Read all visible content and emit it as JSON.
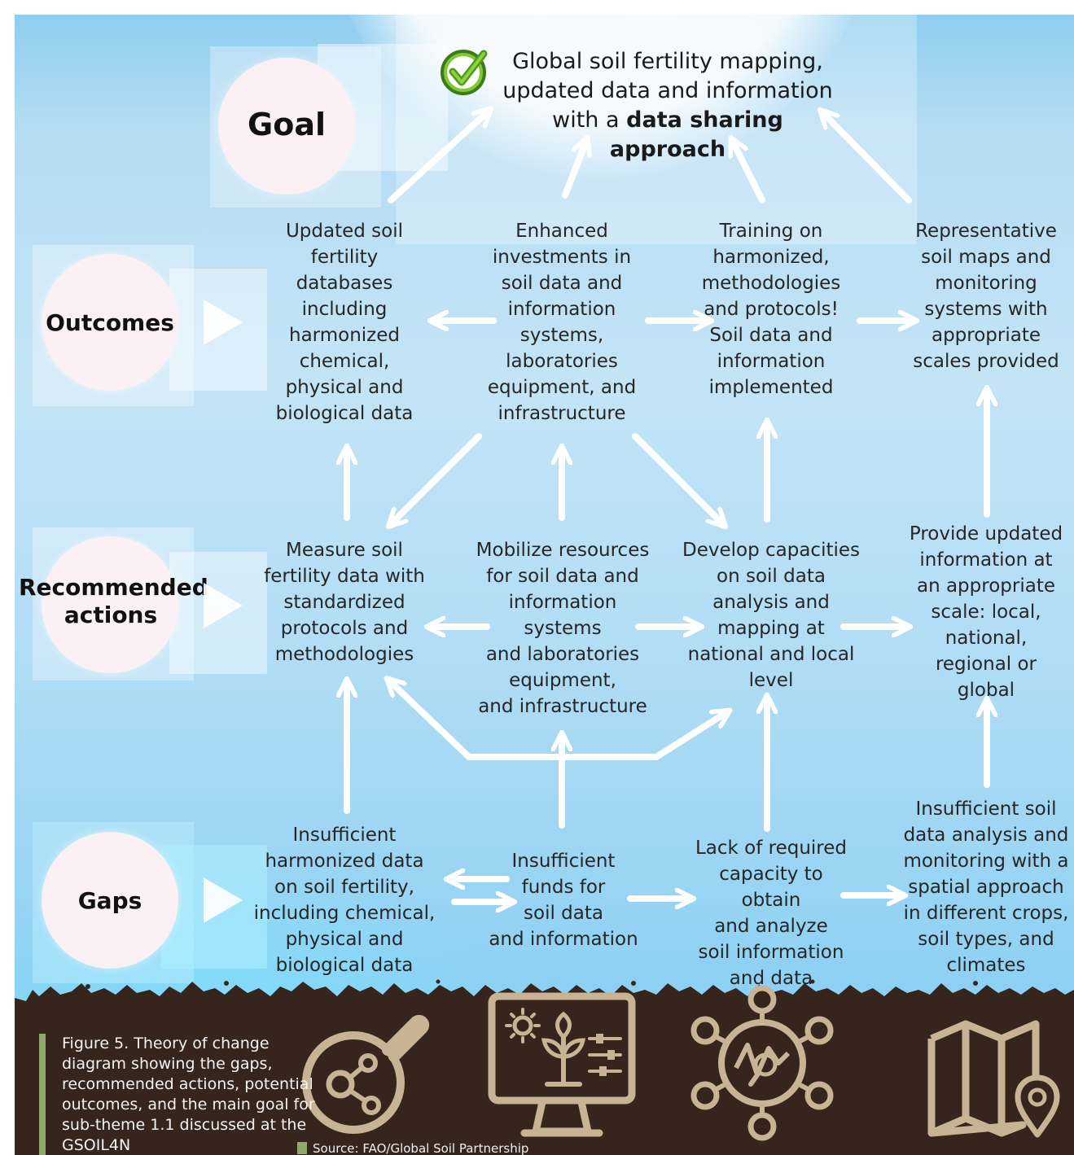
{
  "labels": {
    "goal": "Goal",
    "outcomes": "Outcomes",
    "actions_line1": "Recommended",
    "actions_line2": "actions",
    "gaps": "Gaps"
  },
  "goal": {
    "line1": "Global soil fertility mapping,",
    "line2": "updated data and information",
    "line3_prefix": "with a ",
    "line3_bold": "data sharing approach"
  },
  "outcomes": [
    "Updated soil\nfertility\ndatabases\nincluding\nharmonized\nchemical,\nphysical and\nbiological data",
    "Enhanced\ninvestments in\nsoil data and\ninformation\nsystems,\nlaboratories\nequipment, and\ninfrastructure",
    "Training on\nharmonized,\nmethodologies\nand protocols!\nSoil data and\ninformation\nimplemented",
    "Representative\nsoil maps and\nmonitoring\nsystems with\nappropriate\nscales provided"
  ],
  "actions": [
    "Measure soil\nfertility data with\nstandardized\nprotocols and\nmethodologies",
    "Mobilize resources\nfor soil data and\ninformation\nsystems\nand laboratories\nequipment,\nand infrastructure",
    "Develop capacities\non soil data\nanalysis and\nmapping at\nnational and local\nlevel",
    "Provide updated\ninformation at\nan appropriate\nscale: local,\nnational,\nregional or\nglobal"
  ],
  "gaps": [
    "Insufficient\nharmonized data\non soil fertility,\nincluding chemical,\nphysical and\nbiological data",
    "Insufficient\nfunds for\nsoil data\nand information",
    "Lack of required\ncapacity to obtain\nand analyze\nsoil information\nand data",
    "Insufficient soil\ndata analysis and\nmonitoring with a\nspatial approach\nin different crops,\nsoil types, and\nclimates"
  ],
  "caption": "Figure 5. Theory of change diagram showing the gaps, recommended actions, potential outcomes, and the main goal for sub-theme 1.1 discussed at the GSOIL4N",
  "source": "Source: FAO/Global Soil Partnership",
  "colors": {
    "soil": "#36251c",
    "icon_stroke": "#c8b394",
    "accent_green": "#8fa86c",
    "check_green": "#72b62c"
  },
  "icons": [
    "magnifier-molecule-icon",
    "monitor-plant-icon",
    "network-hub-icon",
    "map-pin-icon"
  ]
}
